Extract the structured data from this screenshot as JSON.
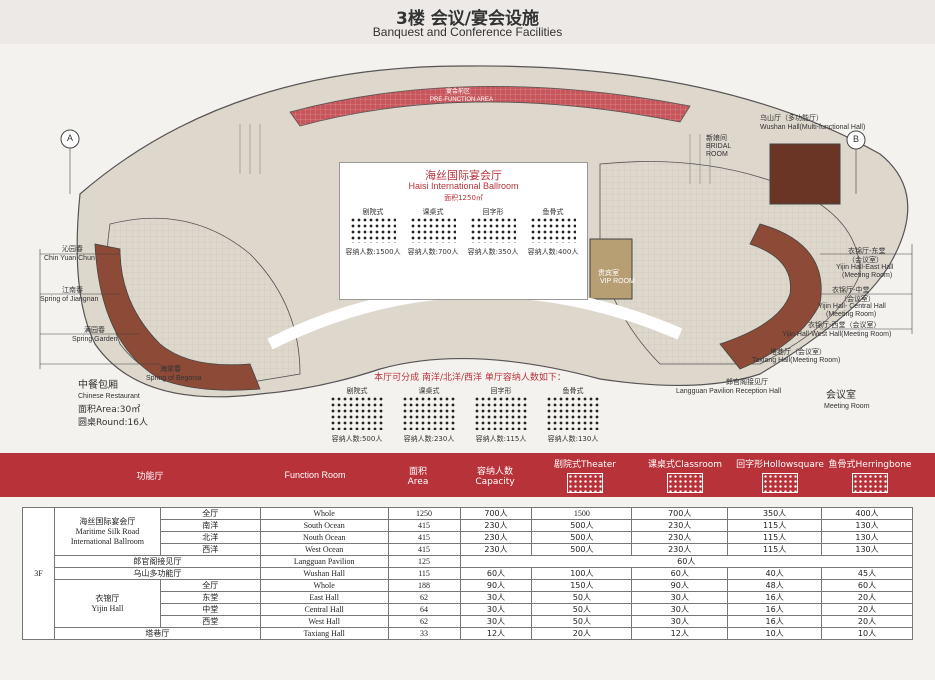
{
  "header": {
    "title_zh": "3楼 会议/宴会设施",
    "title_en": "Banquest and Conference Facilities"
  },
  "plan": {
    "markers": [
      "A",
      "B"
    ],
    "function_area": {
      "zh": "宴会前区",
      "en": "PRE-FUNCTION AREA"
    },
    "ballroom": {
      "name_zh": "海丝国际宴会厅",
      "name_en": "Haisi International Ballroom",
      "area": "面积1250㎡",
      "layouts": [
        {
          "name": "剧院式",
          "capacity": "容纳人数:1500人"
        },
        {
          "name": "课桌式",
          "capacity": "容纳人数:700人"
        },
        {
          "name": "回字形",
          "capacity": "容纳人数:350人"
        },
        {
          "name": "鱼骨式",
          "capacity": "容纳人数:400人"
        }
      ]
    },
    "sub_note": "本厅可分成 南洋/北洋/西洋 单厅容纳人数如下：",
    "sub_layouts": [
      {
        "name": "剧院式",
        "capacity": "容纳人数:500人"
      },
      {
        "name": "课桌式",
        "capacity": "容纳人数:230人"
      },
      {
        "name": "回字形",
        "capacity": "容纳人数:115人"
      },
      {
        "name": "鱼骨式",
        "capacity": "容纳人数:130人"
      }
    ],
    "vip": {
      "zh": "贵宾室",
      "en": "VIP ROOM"
    },
    "bridal": {
      "zh": "新娘间",
      "en": "BRIDAL ROOM"
    },
    "left_rooms": [
      {
        "zh": "沁园春",
        "en": "Chin Yuan Chun"
      },
      {
        "zh": "江南春",
        "en": "Spring of Jiangnan"
      },
      {
        "zh": "满园春",
        "en": "Spring Garden"
      },
      {
        "zh": "海棠春",
        "en": "Spring of Begonia"
      }
    ],
    "chinese_restaurant": {
      "zh": "中餐包厢",
      "en": "Chinese Restaurant",
      "area": "面积Area:30㎡",
      "round": "圆桌Round:16人"
    },
    "right_rooms": [
      {
        "zh": "乌山厅（多功能厅）",
        "en": "Wushan Hall(Multi-functional Hall)"
      },
      {
        "zh": "衣锦厅-东堂",
        "en": "Yijin Hall-East Hall",
        "sub": "（会议室）",
        "en2": "(Meeting Room)"
      },
      {
        "zh": "衣锦厅-中堂",
        "en": "Yijin Hall- Central Hall",
        "sub": "（会议室）",
        "en2": "(Meeting Room)"
      },
      {
        "zh": "衣锦厅-西堂（会议室）",
        "en": "Yijin Hall-West Hall(Meeting Room)"
      },
      {
        "zh": "塔巷厅（会议室）",
        "en": "Taxiang Hall(Meeting Room)"
      }
    ],
    "reception": {
      "zh": "郎官阁接见厅",
      "en": "Langguan Pavilion Reception Hall"
    },
    "meeting_room": {
      "zh": "会议室",
      "en": "Meeting Room"
    }
  },
  "band": {
    "function_zh": "功能厅",
    "function_en": "Function Room",
    "area_zh": "面积",
    "area_en": "Area",
    "capacity_zh": "容纳人数",
    "capacity_en": "Capacity",
    "theater": "剧院式Theater",
    "classroom": "课桌式Classroom",
    "hollow": "回字形Hollowsquare",
    "herring": "鱼骨式Herringbone"
  },
  "table": {
    "floor": "3F",
    "ballroom_zh": "海丝国际宴会厅",
    "ballroom_en": "Maritime Silk Road International Ballroom",
    "yijin_zh": "衣锦厅",
    "yijin_en": "Yijin Hall",
    "ballroom_rows": [
      [
        "全厅",
        "Whole",
        "1250",
        "700人",
        "1500",
        "700人",
        "350人",
        "400人"
      ],
      [
        "南洋",
        "South Ocean",
        "415",
        "230人",
        "500人",
        "230人",
        "115人",
        "130人"
      ],
      [
        "北洋",
        "Nouth Ocean",
        "415",
        "230人",
        "500人",
        "230人",
        "115人",
        "130人"
      ],
      [
        "西洋",
        "West Ocean",
        "415",
        "230人",
        "500人",
        "230人",
        "115人",
        "130人"
      ]
    ],
    "langguan": [
      "郎官阁接见厅",
      "Langguan Pavilion",
      "125",
      "60人"
    ],
    "wushan": [
      "乌山多功能厅",
      "Wushan Hall",
      "115",
      "60人",
      "100人",
      "60人",
      "40人",
      "45人"
    ],
    "yijin_rows": [
      [
        "全厅",
        "Whole",
        "188",
        "90人",
        "150人",
        "90人",
        "48人",
        "60人"
      ],
      [
        "东堂",
        "East Hall",
        "62",
        "30人",
        "50人",
        "30人",
        "16人",
        "20人"
      ],
      [
        "中堂",
        "Central Hall",
        "64",
        "30人",
        "50人",
        "30人",
        "16人",
        "20人"
      ],
      [
        "西堂",
        "West Hall",
        "62",
        "30人",
        "50人",
        "30人",
        "16人",
        "20人"
      ]
    ],
    "taxiang": [
      "塔巷厅",
      "Taxiang Hall",
      "33",
      "12人",
      "20人",
      "12人",
      "10人",
      "10人"
    ]
  }
}
